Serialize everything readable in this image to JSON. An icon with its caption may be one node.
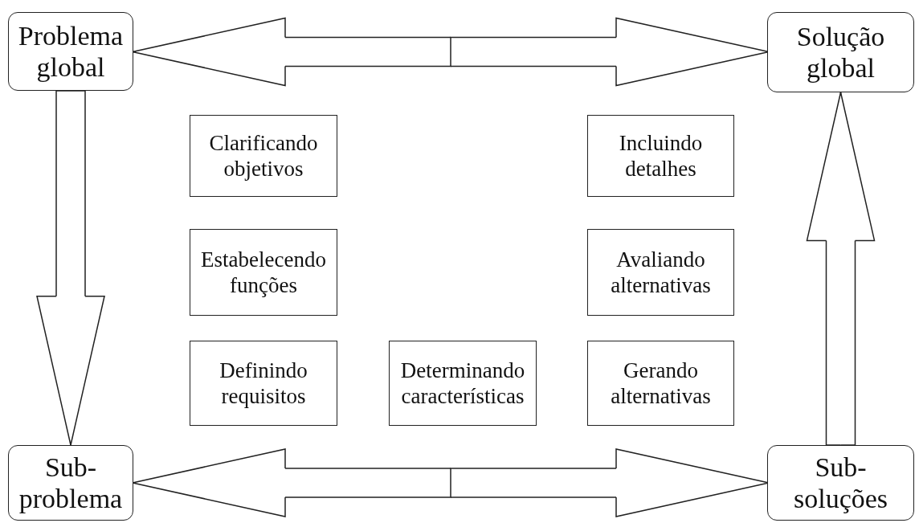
{
  "diagram": {
    "nodes": [
      {
        "text": [
          "Problema global"
        ]
      },
      {
        "text": [
          "Solução global"
        ]
      },
      {
        "text": [
          "Clarificando objetivos"
        ]
      },
      {
        "text": [
          "Incluindo detalhes"
        ]
      },
      {
        "text": [
          "Estabelecendo funções"
        ]
      },
      {
        "text": [
          "Avaliando alternativas"
        ]
      },
      {
        "text": [
          "Definindo requisitos"
        ]
      },
      {
        "text": [
          "Determinando características"
        ]
      },
      {
        "text": [
          "Gerando alternativas"
        ]
      },
      {
        "text": [
          "Sub-problema"
        ]
      },
      {
        "text": [
          "Sub-soluções"
        ]
      }
    ],
    "edges": [
      {
        "from": 0,
        "to": 1,
        "arrow": "both"
      },
      {
        "from": 0,
        "to": 9,
        "arrow": "to"
      },
      {
        "from": 10,
        "to": 1,
        "arrow": "to"
      },
      {
        "from": 9,
        "to": 10,
        "arrow": "both"
      }
    ]
  }
}
